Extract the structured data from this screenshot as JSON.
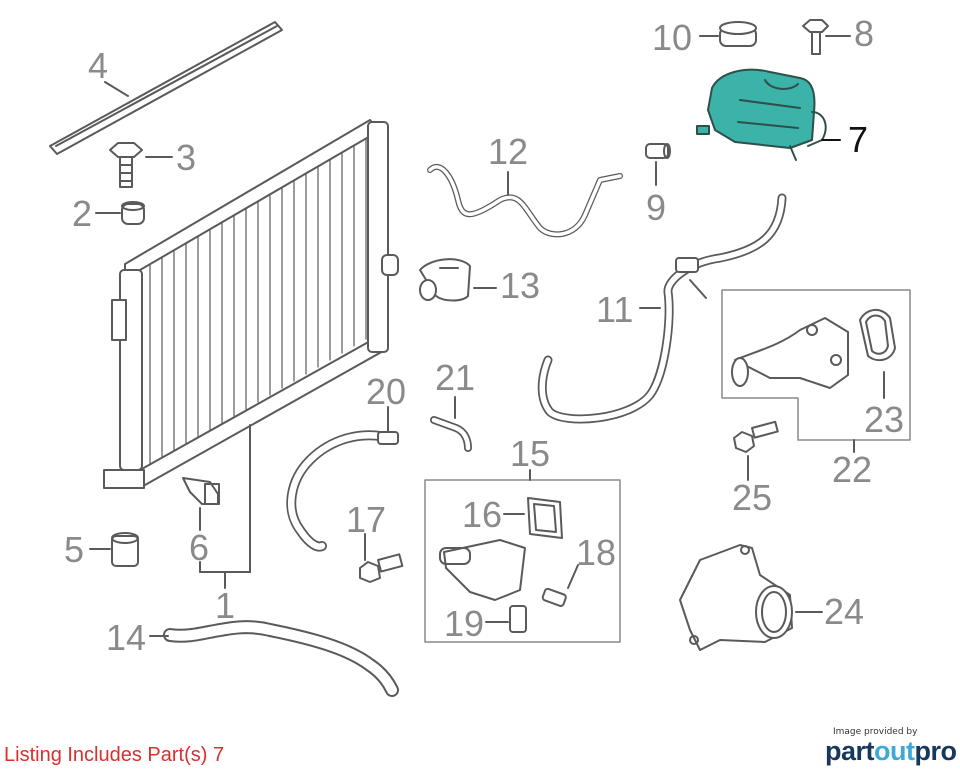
{
  "callouts": {
    "c1": "1",
    "c2": "2",
    "c3": "3",
    "c4": "4",
    "c5": "5",
    "c6": "6",
    "c7": "7",
    "c8": "8",
    "c9": "9",
    "c10": "10",
    "c11": "11",
    "c12": "12",
    "c13": "13",
    "c14": "14",
    "c15": "15",
    "c16": "16",
    "c17": "17",
    "c18": "18",
    "c19": "19",
    "c20": "20",
    "c21": "21",
    "c22": "22",
    "c23": "23",
    "c24": "24",
    "c25": "25"
  },
  "highlight_part": "7",
  "highlight_color": "#3cb3a9",
  "listing_note": "Listing Includes Part(s) 7",
  "provider": {
    "caption": "Image provided by",
    "logo_part": "part",
    "logo_out": "out",
    "logo_pro": "pro"
  }
}
